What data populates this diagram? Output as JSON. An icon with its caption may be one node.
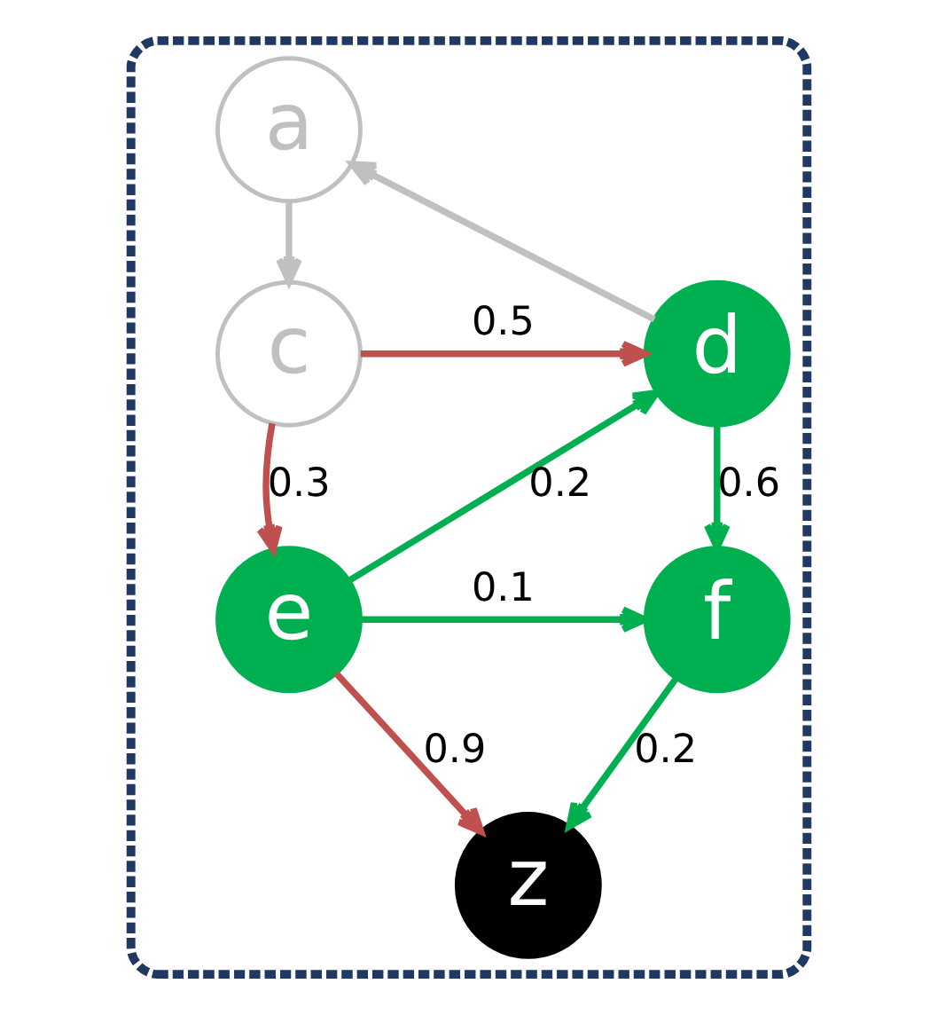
{
  "diagram": {
    "nodes": [
      {
        "text": [],
        "shape": "box"
      },
      {
        "text": [
          "a"
        ],
        "in": 0
      },
      {
        "text": [
          "c"
        ],
        "in": 0
      },
      {
        "text": [
          "d"
        ],
        "in": 0
      },
      {
        "text": [
          "e"
        ],
        "in": 0
      },
      {
        "text": [
          "f"
        ],
        "in": 0
      },
      {
        "text": [
          "z"
        ],
        "in": 0
      }
    ],
    "edges": [
      {
        "from": 3,
        "to": 1,
        "arrow": "to",
        "color": "#c0c0c0"
      },
      {
        "from": 1,
        "to": 2,
        "arrow": "to",
        "color": "#c0c0c0"
      },
      {
        "from": 2,
        "to": 3,
        "arrow": "to",
        "label": "0.5",
        "color": "#c0504d"
      },
      {
        "from": 2,
        "to": 4,
        "arrow": "to",
        "label": "0.3",
        "color": "#c0504d"
      },
      {
        "from": 4,
        "to": 3,
        "arrow": "to",
        "label": "0.2"
      },
      {
        "from": 3,
        "to": 5,
        "arrow": "to",
        "label": "0.6"
      },
      {
        "from": 4,
        "to": 5,
        "arrow": "to",
        "label": "0.1"
      },
      {
        "from": 4,
        "to": 6,
        "arrow": "to",
        "label": "0.9",
        "color": "#c0504d"
      },
      {
        "from": 5,
        "to": 6,
        "arrow": "to",
        "label": "0.2"
      }
    ]
  }
}
